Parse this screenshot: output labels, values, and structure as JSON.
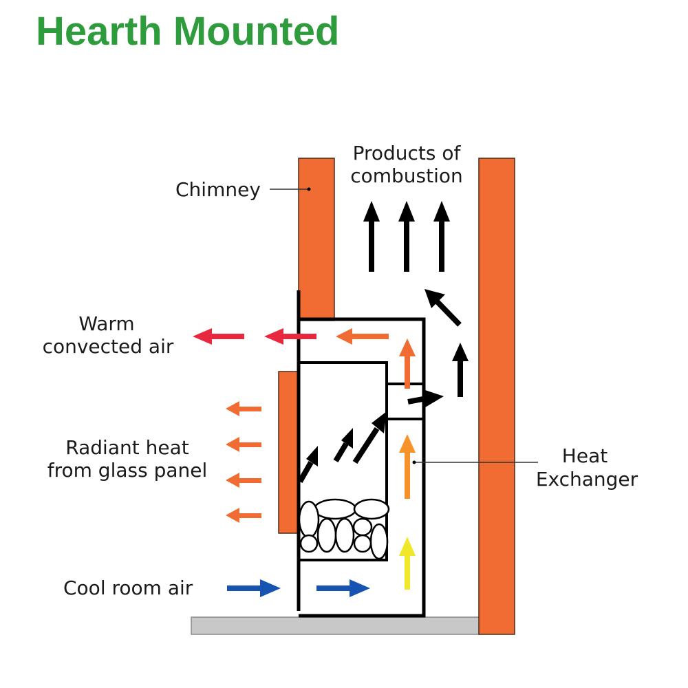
{
  "title": "Hearth Mounted",
  "colors": {
    "title": "#2e9b3d",
    "chimney": "#f06c32",
    "warm_air": "#e8283e",
    "convection": "#f06c32",
    "heat_exchanger_flow": "#f7922b",
    "cool_intake": "#f0e62a",
    "cool_air": "#1753b0",
    "combustion": "#000000",
    "hearth": "#c8c8c8"
  },
  "labels": {
    "chimney": "Chimney",
    "products_line1": "Products of",
    "products_line2": "combustion",
    "warm_line1": "Warm",
    "warm_line2": "convected air",
    "radiant_line1": "Radiant heat",
    "radiant_line2": "from glass panel",
    "heat_exchanger_line1": "Heat",
    "heat_exchanger_line2": "Exchanger",
    "cool_room_air": "Cool room air"
  }
}
